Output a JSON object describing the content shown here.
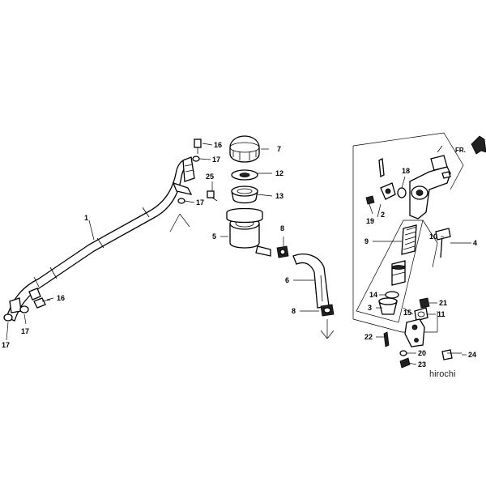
{
  "labels": {
    "l1": "1",
    "l2": "2",
    "l3": "3",
    "l4": "4",
    "l5": "5",
    "l6": "6",
    "l7": "7",
    "l8a": "8",
    "l8b": "8",
    "l9": "9",
    "l10": "10",
    "l11": "11",
    "l12": "12",
    "l13": "13",
    "l14": "14",
    "l15": "15",
    "l16a": "16",
    "l16b": "16",
    "l17a": "17",
    "l17b": "17",
    "l17c": "17",
    "l17d": "17",
    "l18": "18",
    "l19": "19",
    "l20": "20",
    "l21": "21",
    "l22": "22",
    "l23": "23",
    "l24": "24",
    "l25": "25"
  },
  "direction_badge": "FR.",
  "watermark": "hirochi"
}
